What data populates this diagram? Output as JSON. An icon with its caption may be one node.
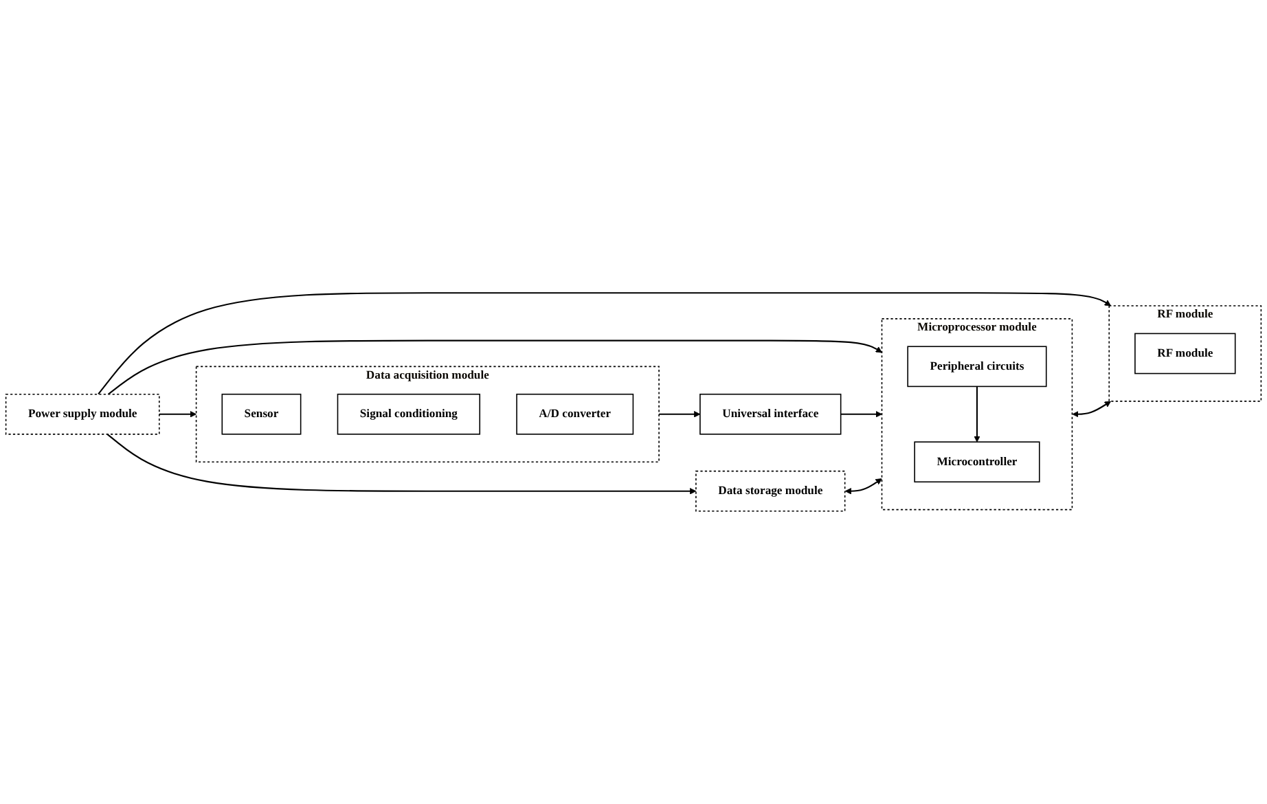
{
  "diagram": {
    "nodes": [
      {
        "text": [
          "Power supply module"
        ]
      },
      {
        "text": [
          "Data acquisition module"
        ]
      },
      {
        "text": [
          "Sensor"
        ],
        "in": 1
      },
      {
        "text": [
          "Signal conditioning"
        ],
        "in": 1
      },
      {
        "text": [
          "A/D converter"
        ],
        "in": 1
      },
      {
        "text": [
          "Data storage module"
        ]
      },
      {
        "text": [
          "Universal interface"
        ]
      },
      {
        "text": [
          "Microprocessor module"
        ]
      },
      {
        "text": [
          "Microcontroller"
        ],
        "in": 7
      },
      {
        "text": [
          "Peripheral circuits"
        ],
        "in": 7
      },
      {
        "text": [
          "RF module"
        ]
      },
      {
        "text": [
          "RF module"
        ],
        "in": 10
      }
    ],
    "edges": [
      {
        "from": 0,
        "to": 1,
        "arrow": "to"
      },
      {
        "from": 0,
        "to": 5,
        "arrow": "to"
      },
      {
        "from": 0,
        "to": 7,
        "arrow": "to"
      },
      {
        "from": 0,
        "to": 10,
        "arrow": "to"
      },
      {
        "from": 1,
        "to": 6,
        "arrow": "to"
      },
      {
        "from": 6,
        "to": 7,
        "arrow": "to"
      },
      {
        "from": 5,
        "to": 7,
        "arrow": "both"
      },
      {
        "from": 9,
        "to": 8,
        "arrow": "to"
      },
      {
        "from": 7,
        "to": 10,
        "arrow": "both"
      }
    ]
  }
}
